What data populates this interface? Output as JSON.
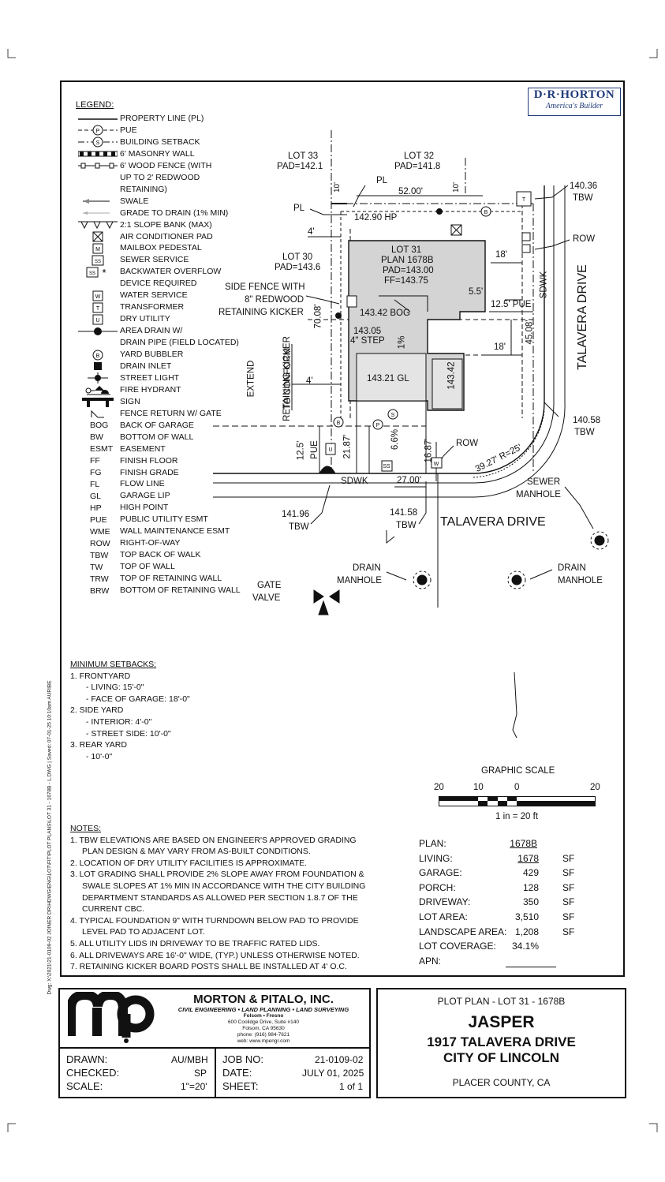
{
  "logo": {
    "line1": "D·R·HORTON",
    "line2": "America's Builder"
  },
  "legend": {
    "title": "LEGEND:",
    "items": [
      {
        "sym": "pl",
        "text": "PROPERTY LINE (PL)"
      },
      {
        "sym": "pue",
        "text": "PUE"
      },
      {
        "sym": "setback",
        "text": "BUILDING SETBACK"
      },
      {
        "sym": "masonry",
        "text": "6' MASONRY WALL"
      },
      {
        "sym": "fence",
        "text": "6' WOOD FENCE (WITH"
      },
      {
        "sym": "none",
        "text": "UP TO 2' REDWOOD"
      },
      {
        "sym": "none",
        "text": "RETAINING)"
      },
      {
        "sym": "swale",
        "text": "SWALE"
      },
      {
        "sym": "grade",
        "text": "GRADE TO DRAIN (1% MIN)"
      },
      {
        "sym": "slope",
        "text": "2:1 SLOPE BANK (MAX)"
      },
      {
        "sym": "ac",
        "text": "AIR CONDITIONER PAD"
      },
      {
        "sym": "mailbox",
        "text": "MAILBOX PEDESTAL"
      },
      {
        "sym": "ss",
        "text": "SEWER SERVICE"
      },
      {
        "sym": "backwater",
        "text": "BACKWATER OVERFLOW"
      },
      {
        "sym": "none",
        "text": "DEVICE REQUIRED"
      },
      {
        "sym": "water",
        "text": "WATER SERVICE"
      },
      {
        "sym": "transformer",
        "text": "TRANSFORMER"
      },
      {
        "sym": "dry",
        "text": "DRY UTILITY"
      },
      {
        "sym": "areadrain",
        "text": "AREA DRAIN W/"
      },
      {
        "sym": "none",
        "text": "DRAIN PIPE (FIELD LOCATED)"
      },
      {
        "sym": "bubbler",
        "text": "YARD BUBBLER"
      },
      {
        "sym": "inlet",
        "text": "DRAIN INLET"
      },
      {
        "sym": "light",
        "text": "STREET LIGHT"
      },
      {
        "sym": "hydrant",
        "text": "FIRE HYDRANT"
      },
      {
        "sym": "sign",
        "text": "SIGN"
      },
      {
        "sym": "fencegate",
        "text": "FENCE RETURN W/ GATE"
      },
      {
        "sym": "BOG",
        "text": "BACK OF GARAGE"
      },
      {
        "sym": "BW",
        "text": "BOTTOM OF WALL"
      },
      {
        "sym": "ESMT",
        "text": "EASEMENT"
      },
      {
        "sym": "FF",
        "text": "FINISH FLOOR"
      },
      {
        "sym": "FG",
        "text": "FINISH GRADE"
      },
      {
        "sym": "FL",
        "text": "FLOW LINE"
      },
      {
        "sym": "GL",
        "text": "GARAGE LIP"
      },
      {
        "sym": "HP",
        "text": "HIGH POINT"
      },
      {
        "sym": "PUE",
        "text": "PUBLIC UTILITY ESMT"
      },
      {
        "sym": "WME",
        "text": "WALL MAINTENANCE ESMT"
      },
      {
        "sym": "ROW",
        "text": "RIGHT-OF-WAY"
      },
      {
        "sym": "TBW",
        "text": "TOP BACK OF WALK"
      },
      {
        "sym": "TW",
        "text": "TOP OF WALL"
      },
      {
        "sym": "TRW",
        "text": "TOP OF RETAINING WALL"
      },
      {
        "sym": "BRW",
        "text": "BOTTOM OF RETAINING WALL"
      }
    ]
  },
  "plan": {
    "lot33": "LOT 33",
    "lot33_pad": "PAD=142.1",
    "lot32": "LOT 32",
    "lot32_pad": "PAD=141.8",
    "lot30": "LOT 30",
    "lot30_pad": "PAD=143.6",
    "lot31": "LOT 31",
    "lot31_plan": "PLAN 1678B",
    "lot31_pad": "PAD=143.00",
    "lot31_ff": "FF=143.75",
    "pl1": "PL",
    "pl2": "PL",
    "dim_52": "52.00'",
    "dim_10a": "10'",
    "dim_10b": "10'",
    "hp": "142.90 HP",
    "dim_4a": "4'",
    "dim_4b": "4'",
    "dim_18a": "18'",
    "dim_18b": "18'",
    "dim_55": "5.5'",
    "dim_125pue": "12.5' PUE",
    "dim_4508": "45.08'",
    "dim_7008": "70.08'",
    "bog": "143.42 BOG",
    "step1": "143.05",
    "step2": "4\" STEP",
    "pct1": "1%",
    "gl": "143.21 GL",
    "elev_14342": "143.42",
    "side_fence1": "SIDE FENCE WITH",
    "side_fence2": "8\" REDWOOD",
    "side_fence3": "RETAINING KICKER",
    "extend1": "EXTEND",
    "extend2": "RETAINING KICKER",
    "extend3": "TO CONFORM",
    "pue_left1": "12.5'",
    "pue_left2": "PUE",
    "dim_2187": "21.87'",
    "pct66": "6.6%",
    "dim_1687": "16.87'",
    "row_bottom": "ROW",
    "row_right": "ROW",
    "sdwk_bottom": "SDWK",
    "sdwk_right": "SDWK",
    "dim_27": "27.00'",
    "curve": "39.27' R=25'",
    "tbw_14036a": "140.36",
    "tbw_14036b": "TBW",
    "tbw_14058a": "140.58",
    "tbw_14058b": "TBW",
    "tbw_14196a": "141.96",
    "tbw_14196b": "TBW",
    "tbw_14158a": "141.58",
    "tbw_14158b": "TBW",
    "street_h": "TALAVERA DRIVE",
    "street_v": "TALAVERA DRIVE",
    "sewer1": "SEWER",
    "sewer2": "MANHOLE",
    "drain_l1": "DRAIN",
    "drain_l2": "MANHOLE",
    "drain_r1": "DRAIN",
    "drain_r2": "MANHOLE",
    "gate1": "GATE",
    "gate2": "VALVE"
  },
  "setbacks": {
    "title": "MINIMUM SETBACKS:",
    "lines": [
      "1.  FRONTYARD",
      "-      LIVING: 15'-0\"",
      "-      FACE OF GARAGE: 18'-0\"",
      "2.  SIDE YARD",
      "-      INTERIOR: 4'-0\"",
      "-      STREET SIDE: 10'-0\"",
      "3.  REAR YARD",
      "-      10'-0\""
    ]
  },
  "scale": {
    "title": "GRAPHIC SCALE",
    "t20a": "20",
    "t10": "10",
    "t0": "0",
    "t20b": "20",
    "ratio": "1 in =  20 ft"
  },
  "notes": {
    "title": "NOTES:",
    "lines": [
      "1.   TBW ELEVATIONS ARE BASED ON ENGINEER'S APPROVED GRADING",
      "PLAN DESIGN & MAY VARY FROM AS-BUILT CONDITIONS.",
      "2.   LOCATION OF DRY UTILITY FACILITIES IS APPROXIMATE.",
      "3.   LOT GRADING SHALL PROVIDE 2% SLOPE AWAY FROM FOUNDATION &",
      "SWALE SLOPES AT 1% MIN IN ACCORDANCE WITH THE CITY BUILDING",
      "DEPARTMENT STANDARDS AS ALLOWED PER SECTION 1.8.7 OF THE",
      "CURRENT CBC.",
      "4.   TYPICAL FOUNDATION 9\" WITH TURNDOWN BELOW PAD TO PROVIDE",
      "LEVEL PAD TO ADJACENT LOT.",
      "5.   ALL UTILITY LIDS IN DRIVEWAY TO BE TRAFFIC RATED LIDS.",
      "6.   ALL DRIVEWAYS ARE 16'-0\" WIDE, (TYP.) UNLESS OTHERWISE NOTED.",
      "7.   RETAINING KICKER BOARD POSTS SHALL BE INSTALLED AT 4' O.C."
    ]
  },
  "stats": [
    {
      "label": "PLAN:",
      "value": "1678B",
      "unit": ""
    },
    {
      "label": "LIVING:",
      "value": "1678",
      "unit": "SF"
    },
    {
      "label": "GARAGE:",
      "value": "429",
      "unit": "SF"
    },
    {
      "label": "PORCH:",
      "value": "128",
      "unit": "SF"
    },
    {
      "label": "DRIVEWAY:",
      "value": "350",
      "unit": "SF"
    },
    {
      "label": "LOT AREA:",
      "value": "3,510",
      "unit": "SF"
    },
    {
      "label": "LANDSCAPE AREA:",
      "value": "1,208",
      "unit": "SF"
    },
    {
      "label": "LOT COVERAGE:",
      "value": "34.1%",
      "unit": ""
    },
    {
      "label": "APN:",
      "value": "",
      "unit": ""
    }
  ],
  "side_text": "Dwg: X:\\2021\\21-0109-02 JOINER DR\\HDWG\\ENG\\LOT\\FIT\\PLOT PLANS\\LOT 31 - 1678B - L.DWG  |  Saved: 07-01-25 10:10am  AURIBE",
  "firm": {
    "name": "MORTON & PITALO, INC.",
    "services": "CIVIL ENGINEERING • LAND PLANNING • LAND SURVEYING",
    "offices": "Folsom  •  Fresno",
    "addr1": "600 Coolidge Drive, Suite #140",
    "addr2": "Folsom, CA 95630",
    "phone": "phone: (916) 984-7621",
    "web": "web: www.mpengr.com"
  },
  "titleblock": {
    "drawn_l": "DRAWN:",
    "drawn_v": "AU/MBH",
    "checked_l": "CHECKED:",
    "checked_v": "SP",
    "scale_l": "SCALE:",
    "scale_v": "1\"=20'",
    "job_l": "JOB NO:",
    "job_v": "21-0109-02",
    "date_l": "DATE:",
    "date_v": "JULY 01, 2025",
    "sheet_l": "SHEET:",
    "sheet_v": "1 of 1",
    "plot": "PLOT  PLAN - LOT 31 - 1678B",
    "name": "JASPER",
    "address": "1917 TALAVERA DRIVE",
    "city": "CITY OF LINCOLN",
    "county": "PLACER COUNTY, CA"
  }
}
